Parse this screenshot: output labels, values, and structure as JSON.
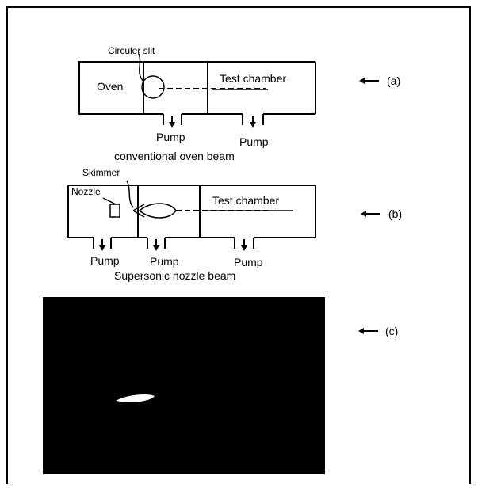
{
  "panel_a": {
    "circular_slit_label": "Circuler slit",
    "oven_label": "Oven",
    "test_chamber_label": "Test chamber",
    "pump_labels": [
      "Pump",
      "Pump"
    ],
    "caption": "conventional oven beam",
    "marker": "(a)"
  },
  "panel_b": {
    "skimmer_label": "Skimmer",
    "nozzle_label": "Nozzle",
    "test_chamber_label": "Test chamber",
    "pump_labels": [
      "Pump",
      "Pump",
      "Pump"
    ],
    "caption": "Supersonic nozzle beam",
    "marker": "(b)"
  },
  "panel_c": {
    "marker": "(c)"
  }
}
